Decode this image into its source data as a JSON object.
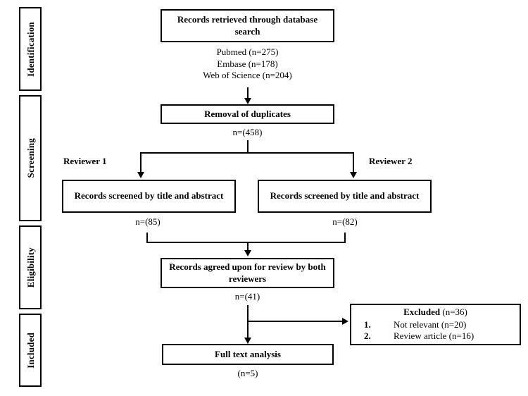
{
  "diagram": {
    "type": "prisma-flow-diagram",
    "stages": [
      {
        "id": "identification",
        "label": "Identification"
      },
      {
        "id": "screening",
        "label": "Screening"
      },
      {
        "id": "eligibility",
        "label": "Eligibility"
      },
      {
        "id": "included",
        "label": "Included"
      }
    ],
    "boxes": {
      "records_retrieved": "Records retrieved through database search",
      "removal_duplicates": "Removal of duplicates",
      "screened_reviewer1": "Records screened by title and abstract",
      "screened_reviewer2": "Records screened by title and abstract",
      "records_agreed": "Records agreed upon for review by both reviewers",
      "full_text_analysis": "Full text analysis"
    },
    "captions": {
      "databases": "Pubmed (n=275)\nEmbase (n=178)\nWeb of Science (n=204)",
      "after_duplicates": "n=(458)",
      "reviewer1_label": "Reviewer 1",
      "reviewer2_label": "Reviewer 2",
      "reviewer1_count": "n=(85)",
      "reviewer2_count": "n=(82)",
      "agreed_count": "n=(41)",
      "full_text_count": "(n=5)"
    },
    "excluded": {
      "title_bold": "Excluded",
      "title_count": " (n=36)",
      "items": [
        {
          "num": "1.",
          "text": "Not relevant (n=20)"
        },
        {
          "num": "2.",
          "text": "Review article (n=16)"
        }
      ]
    },
    "colors": {
      "stroke": "#000000",
      "background": "#ffffff"
    }
  }
}
